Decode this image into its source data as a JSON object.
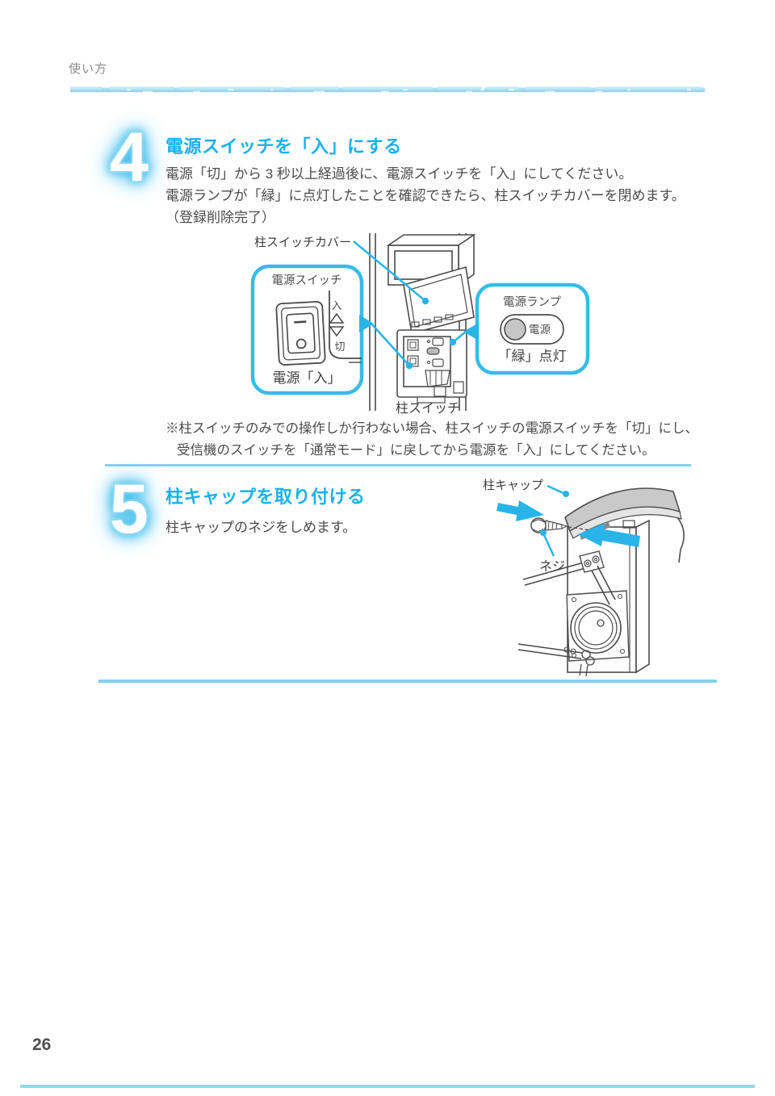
{
  "page": {
    "header": "使い方",
    "page_number": "26"
  },
  "colors": {
    "accent_cyan": "#29b4e8",
    "title_cyan": "#16b2e9",
    "divider_blue": "#85cfed",
    "body_text": "#4a4a4a",
    "header_text": "#8c8c8c",
    "lamp_gray": "#c6c6c6"
  },
  "icons": {
    "callout_pointer_dot": "filled-circle",
    "callout_pointer_tail": "triangle",
    "install_arrow": "thick-cyan-arrow",
    "switch_on_mark": "dash",
    "switch_off_mark": "circle",
    "up_triangle": "outline-triangle-up",
    "down_triangle": "outline-triangle-down"
  },
  "step4": {
    "number": "4",
    "title": "電源スイッチを「入」にする",
    "body_lines": [
      "電源「切」から 3 秒以上経過後に、電源スイッチを「入」にしてください。",
      "電源ランプが「緑」に点灯したことを確認できたら、柱スイッチカバーを閉めます。",
      "（登録削除完了）"
    ],
    "diagram": {
      "cover_label": "柱スイッチカバー",
      "base_label": "柱スイッチ",
      "switch_callout": {
        "title": "電源スイッチ",
        "on_label": "入",
        "off_label": "切",
        "bottom_label": "電源「入」"
      },
      "lamp_callout": {
        "title": "電源ランプ",
        "lamp_label": "電源",
        "bottom_label": "「緑」点灯"
      }
    },
    "note_lines": [
      "※柱スイッチのみでの操作しか行わない場合、柱スイッチの電源スイッチを「切」にし、",
      "受信機のスイッチを「通常モード」に戻してから電源を「入」にしてください。"
    ]
  },
  "step5": {
    "number": "5",
    "title": "柱キャップを取り付ける",
    "body": "柱キャップのネジをしめます。",
    "diagram": {
      "cap_label": "柱キャップ",
      "screw_label": "ネジ"
    }
  }
}
